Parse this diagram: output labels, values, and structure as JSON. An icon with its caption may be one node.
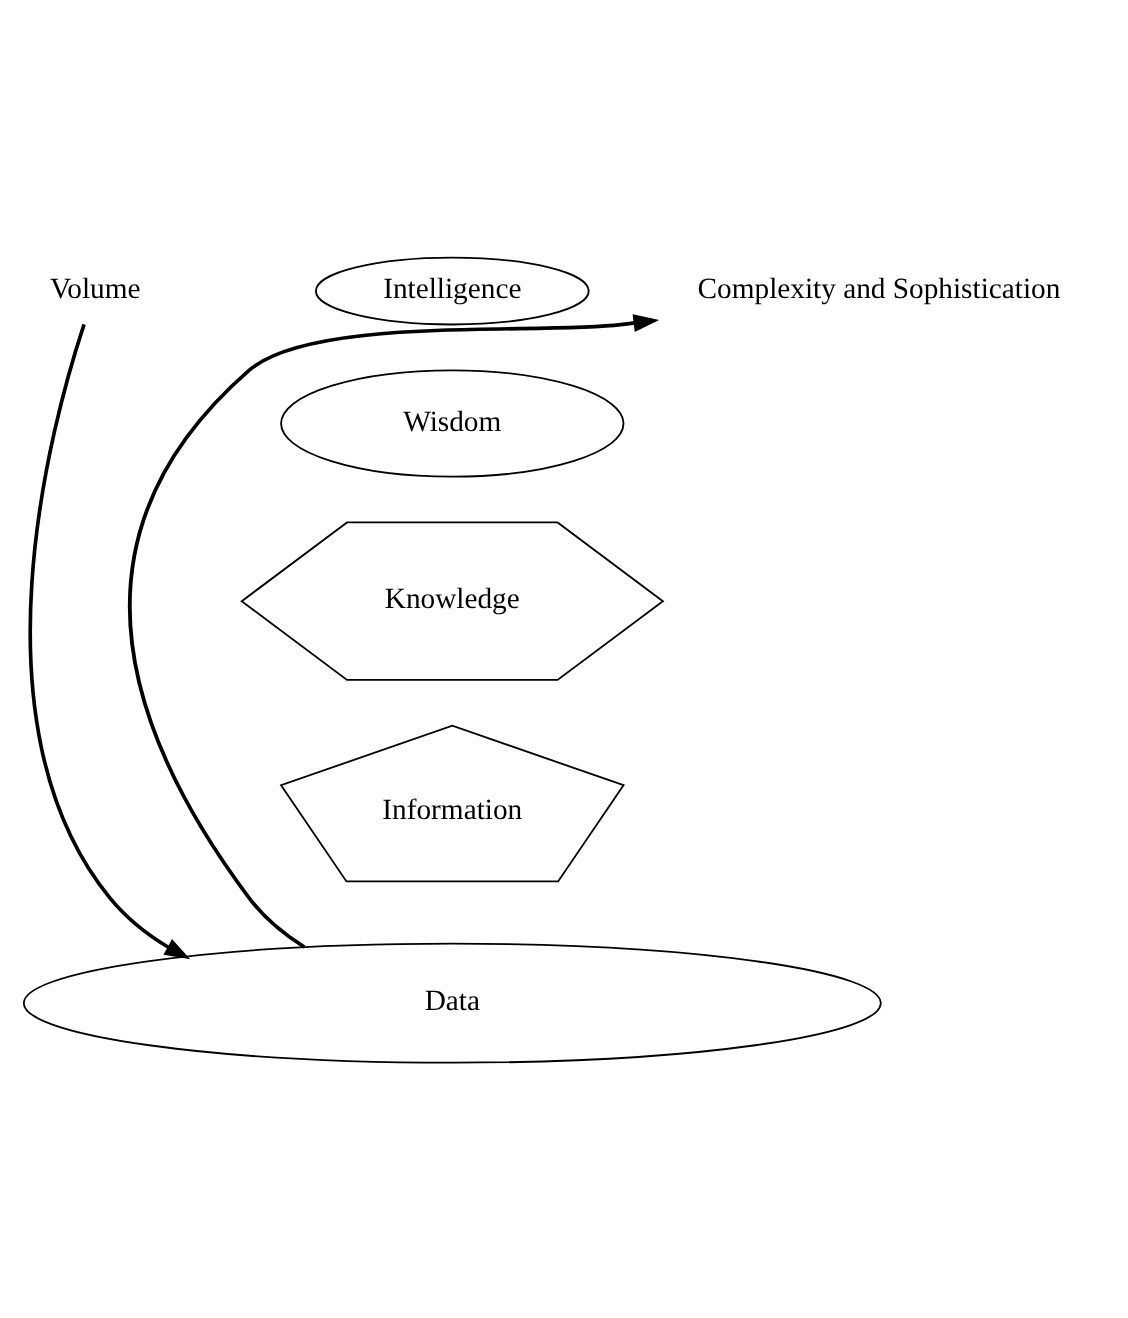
{
  "diagram": {
    "nodes": [
      {
        "text": [
          "Intelligence"
        ]
      },
      {
        "text": [
          "Wisdom"
        ]
      },
      {
        "text": [
          "Knowledge"
        ]
      },
      {
        "text": [
          "Information"
        ]
      },
      {
        "text": [
          "Data"
        ]
      },
      {
        "text": [
          "Volume"
        ]
      },
      {
        "text": [
          "Complexity and Sophistication"
        ]
      }
    ],
    "edges": [
      {
        "from": 5,
        "to": 4,
        "arrow": "to"
      },
      {
        "from": 4,
        "to": 6,
        "arrow": "to"
      }
    ]
  }
}
